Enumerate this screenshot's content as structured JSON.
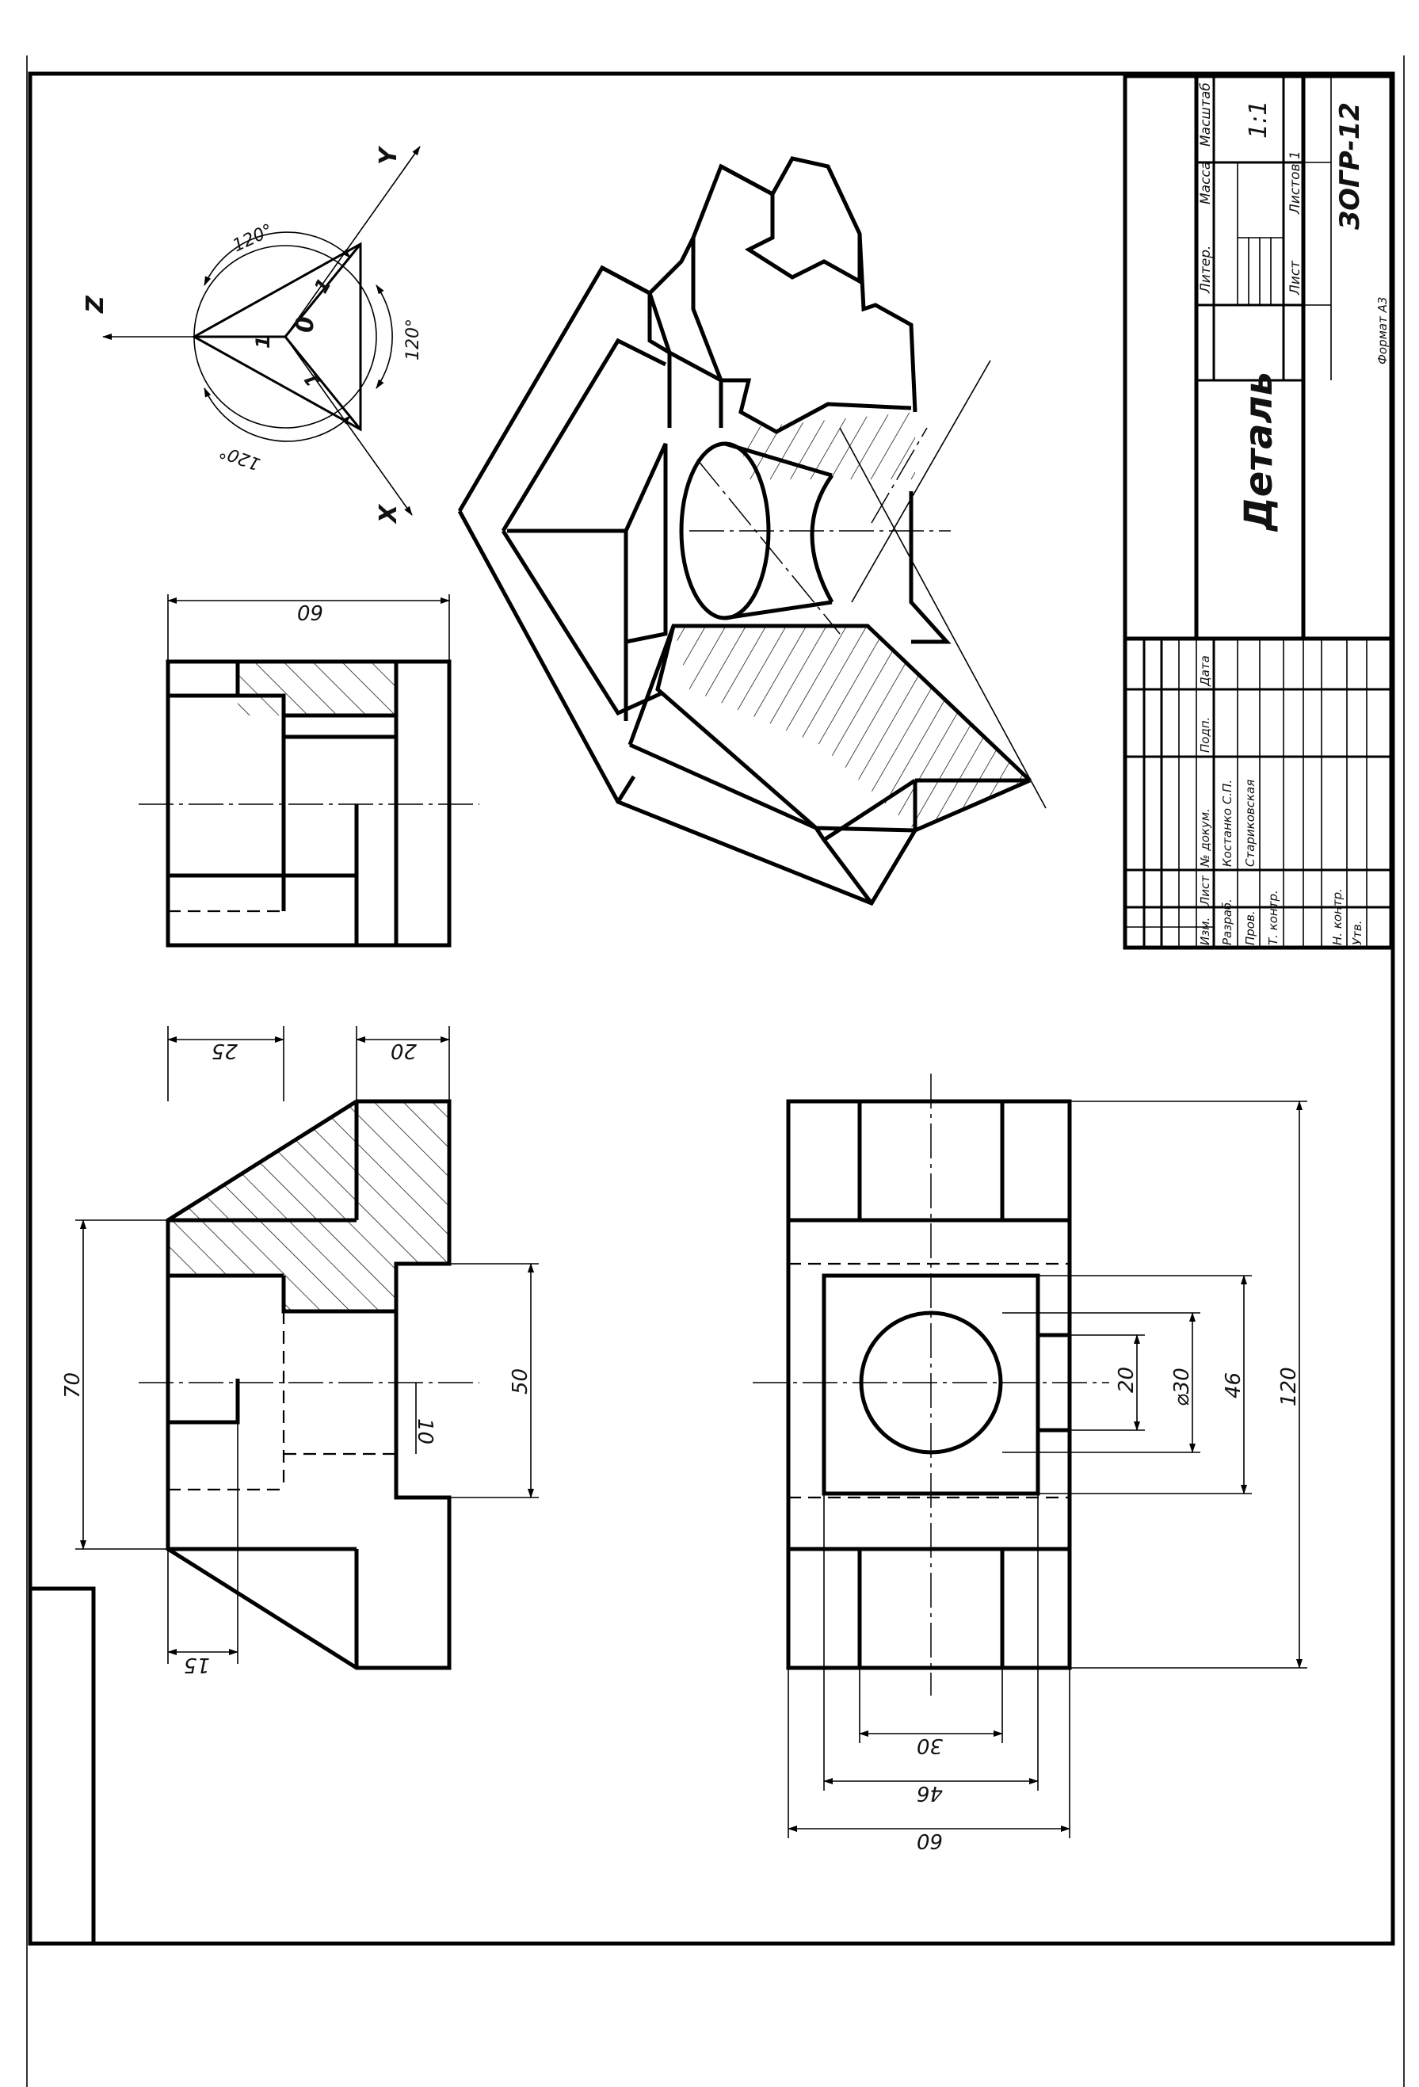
{
  "title_block": {
    "headers": {
      "liter": "Литер.",
      "mass": "Масса",
      "scale": "Масштаб",
      "sheet": "Лист",
      "sheets": "Листов 1",
      "izm": "Изм.",
      "list": "Лист",
      "doc_no": "№ докум.",
      "sign": "Подп.",
      "date": "Дата"
    },
    "scale_value": "1:1",
    "part_name": "Деталь",
    "designation": "ЗОГР-12",
    "format": "Формат А3",
    "roles": {
      "developer_label": "Разраб.",
      "developer_name": "Костанко С.П.",
      "checker_label": "Пров.",
      "checker_name": "Стариковская",
      "tech_control": "Т. контр.",
      "norm_control": "Н. контр.",
      "approved": "Утв."
    }
  },
  "axes_diagram": {
    "axis_z": "Z",
    "axis_y": "Y",
    "axis_x": "X",
    "origin": "0",
    "unit_1a": "1",
    "unit_1b": "1",
    "unit_1c": "1",
    "angle_1": "120°",
    "angle_2": "120°",
    "angle_3": "120°"
  },
  "dimensions": {
    "side_width": "60",
    "front_25": "25",
    "front_20": "20",
    "front_70": "70",
    "front_50": "50",
    "front_10": "10",
    "front_15": "15",
    "top_20": "20",
    "top_d30": "⌀30",
    "top_46": "46",
    "top_120": "120",
    "top_30": "30",
    "top_46b": "46",
    "top_60": "60"
  }
}
